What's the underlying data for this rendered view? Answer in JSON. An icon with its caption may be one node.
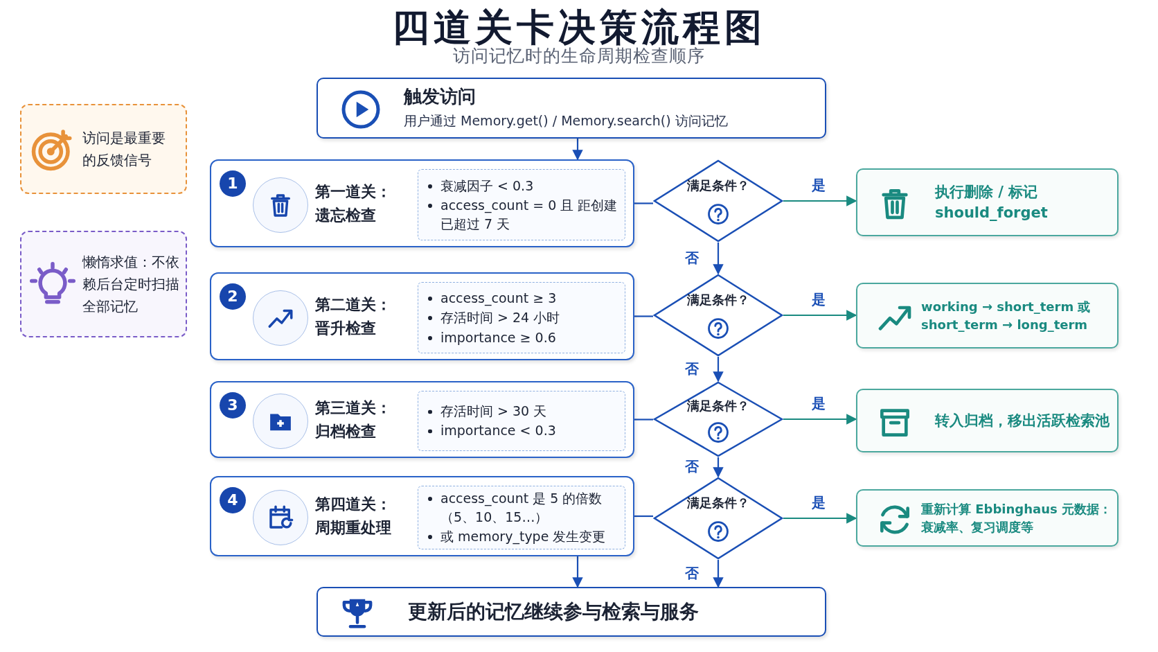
{
  "diagram": {
    "title": "四道关卡决策流程图",
    "nodes": [
      {
        "text": [
          "访问是最重要的反馈信号"
        ]
      },
      {
        "text": [
          "懒惰求值：不依赖后台定时扫描全部记忆"
        ]
      },
      {
        "text": [
          "触发访问",
          "用户通过 Memory.get() / Memory.search() 访问记忆"
        ]
      },
      {
        "text": [
          "1",
          "第一道关：遗忘检查"
        ]
      },
      {
        "text": [
          "衰减因子 < 0.3",
          "access_count = 0 且 距创建已超过 7 天"
        ],
        "in": 3
      },
      {
        "text": [
          "满足条件？"
        ]
      },
      {
        "text": [
          "执行删除 / 标记 should_forget"
        ]
      },
      {
        "text": [
          "2",
          "第二道关：晋升检查"
        ]
      },
      {
        "text": [
          "access_count ≥ 3",
          "存活时间 > 24 小时",
          "importance ≥ 0.6"
        ],
        "in": 7
      },
      {
        "text": [
          "满足条件？"
        ]
      },
      {
        "text": [
          "working → short_term 或 short_term → long_term"
        ]
      },
      {
        "text": [
          "3",
          "第三道关：归档检查"
        ]
      },
      {
        "text": [
          "存活时间 > 30 天",
          "importance < 0.3"
        ],
        "in": 11
      },
      {
        "text": [
          "满足条件？"
        ]
      },
      {
        "text": [
          "转入归档，移出活跃检索池"
        ]
      },
      {
        "text": [
          "4",
          "第四道关：周期重处理"
        ]
      },
      {
        "text": [
          "access_count 是 5 的倍数（5、10、15…）",
          "或 memory_type 发生变更"
        ],
        "in": 15
      },
      {
        "text": [
          "满足条件？"
        ]
      },
      {
        "text": [
          "重新计算 Ebbinghaus 元数据：衰减率、复习调度等"
        ]
      },
      {
        "text": [
          "更新后的记忆继续参与检索与服务"
        ]
      }
    ],
    "edges": [
      {
        "from": 2,
        "to": 3,
        "arrow": "to"
      },
      {
        "from": 3,
        "to": 5,
        "arrow": "none"
      },
      {
        "from": 5,
        "to": 6,
        "arrow": "to",
        "label": "是",
        "color": "#1a8a80"
      },
      {
        "from": 5,
        "to": 9,
        "arrow": "to",
        "label": "否"
      },
      {
        "from": 7,
        "to": 9,
        "arrow": "none"
      },
      {
        "from": 9,
        "to": 10,
        "arrow": "to",
        "label": "是",
        "color": "#1a8a80"
      },
      {
        "from": 9,
        "to": 13,
        "arrow": "to",
        "label": "否"
      },
      {
        "from": 11,
        "to": 13,
        "arrow": "none"
      },
      {
        "from": 13,
        "to": 14,
        "arrow": "to",
        "label": "是",
        "color": "#1a8a80"
      },
      {
        "from": 13,
        "to": 17,
        "arrow": "to",
        "label": "否"
      },
      {
        "from": 15,
        "to": 17,
        "arrow": "none"
      },
      {
        "from": 17,
        "to": 18,
        "arrow": "to",
        "label": "是",
        "color": "#1a8a80"
      },
      {
        "from": 17,
        "to": 19,
        "arrow": "to",
        "label": "否"
      },
      {
        "from": 15,
        "to": 19,
        "arrow": "to"
      }
    ],
    "labels": [
      "访问记忆时的生命周期检查顺序"
    ]
  }
}
